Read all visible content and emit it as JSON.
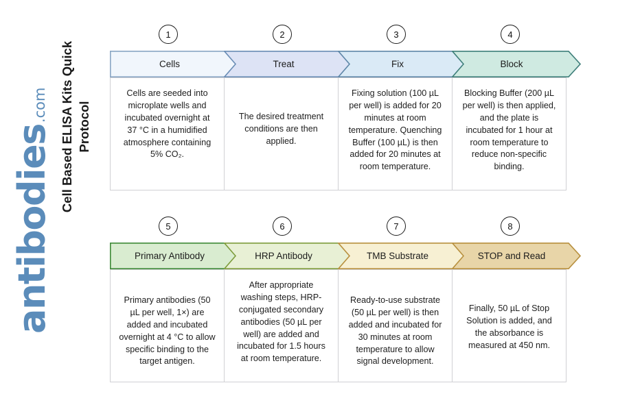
{
  "brand": {
    "name": "antibodies",
    "tld": ".com"
  },
  "title": "Cell Based ELISA Kits Quick Protocol",
  "colors": {
    "brand_blue": "#5b8cba",
    "row1_border_blue": "#6a8db5",
    "row1_border_teal": "#3f7f7a",
    "row2_border_green": "#3f8a38",
    "row2_border_tan": "#b8903f",
    "box_border": "#d0d0d4"
  },
  "rows": [
    {
      "name": "row-1",
      "steps": [
        {
          "number": "1",
          "label": "Cells",
          "fill": "#f1f6fc",
          "border": "#8aa6c4",
          "text": "Cells are seeded into microplate wells and incubated overnight at 37 °C in a humidified atmosphere containing 5% CO₂."
        },
        {
          "number": "2",
          "label": "Treat",
          "fill": "#dde3f5",
          "border": "#6a8db5",
          "text": "The desired treatment conditions are then applied."
        },
        {
          "number": "3",
          "label": "Fix",
          "fill": "#daeaf6",
          "border": "#5f87a8",
          "text": "Fixing solution (100 µL per well) is added for 20 minutes at room temperature. Quenching Buffer (100 µL) is then added for 20 minutes at room temperature."
        },
        {
          "number": "4",
          "label": "Block",
          "fill": "#cfeae1",
          "border": "#3f7f7a",
          "text": "Blocking Buffer (200 µL per well) is then applied, and the plate is incubated for 1 hour at room temperature to reduce non-specific binding."
        }
      ]
    },
    {
      "name": "row-2",
      "steps": [
        {
          "number": "5",
          "label": "Primary Antibody",
          "fill": "#d9ecd0",
          "border": "#3f8a38",
          "text": "Primary antibodies (50 µL per well, 1×) are added and incubated overnight at 4 °C to allow specific binding to the target antigen."
        },
        {
          "number": "6",
          "label": "HRP Antibody",
          "fill": "#e8f0d5",
          "border": "#7e9c3c",
          "text": "After appropriate washing steps, HRP-conjugated secondary antibodies (50 µL per well) are added and incubated for 1.5 hours at room temperature."
        },
        {
          "number": "7",
          "label": "TMB Substrate",
          "fill": "#f7f0d3",
          "border": "#b8903f",
          "text": "Ready-to-use substrate (50 µL per well) is then added and incubated for 30 minutes at room temperature to allow signal development."
        },
        {
          "number": "8",
          "label": "STOP and Read",
          "fill": "#e8d5a8",
          "border": "#b8903f",
          "text": "Finally, 50 µL of Stop Solution is added, and the absorbance is measured at 450 nm."
        }
      ]
    }
  ]
}
